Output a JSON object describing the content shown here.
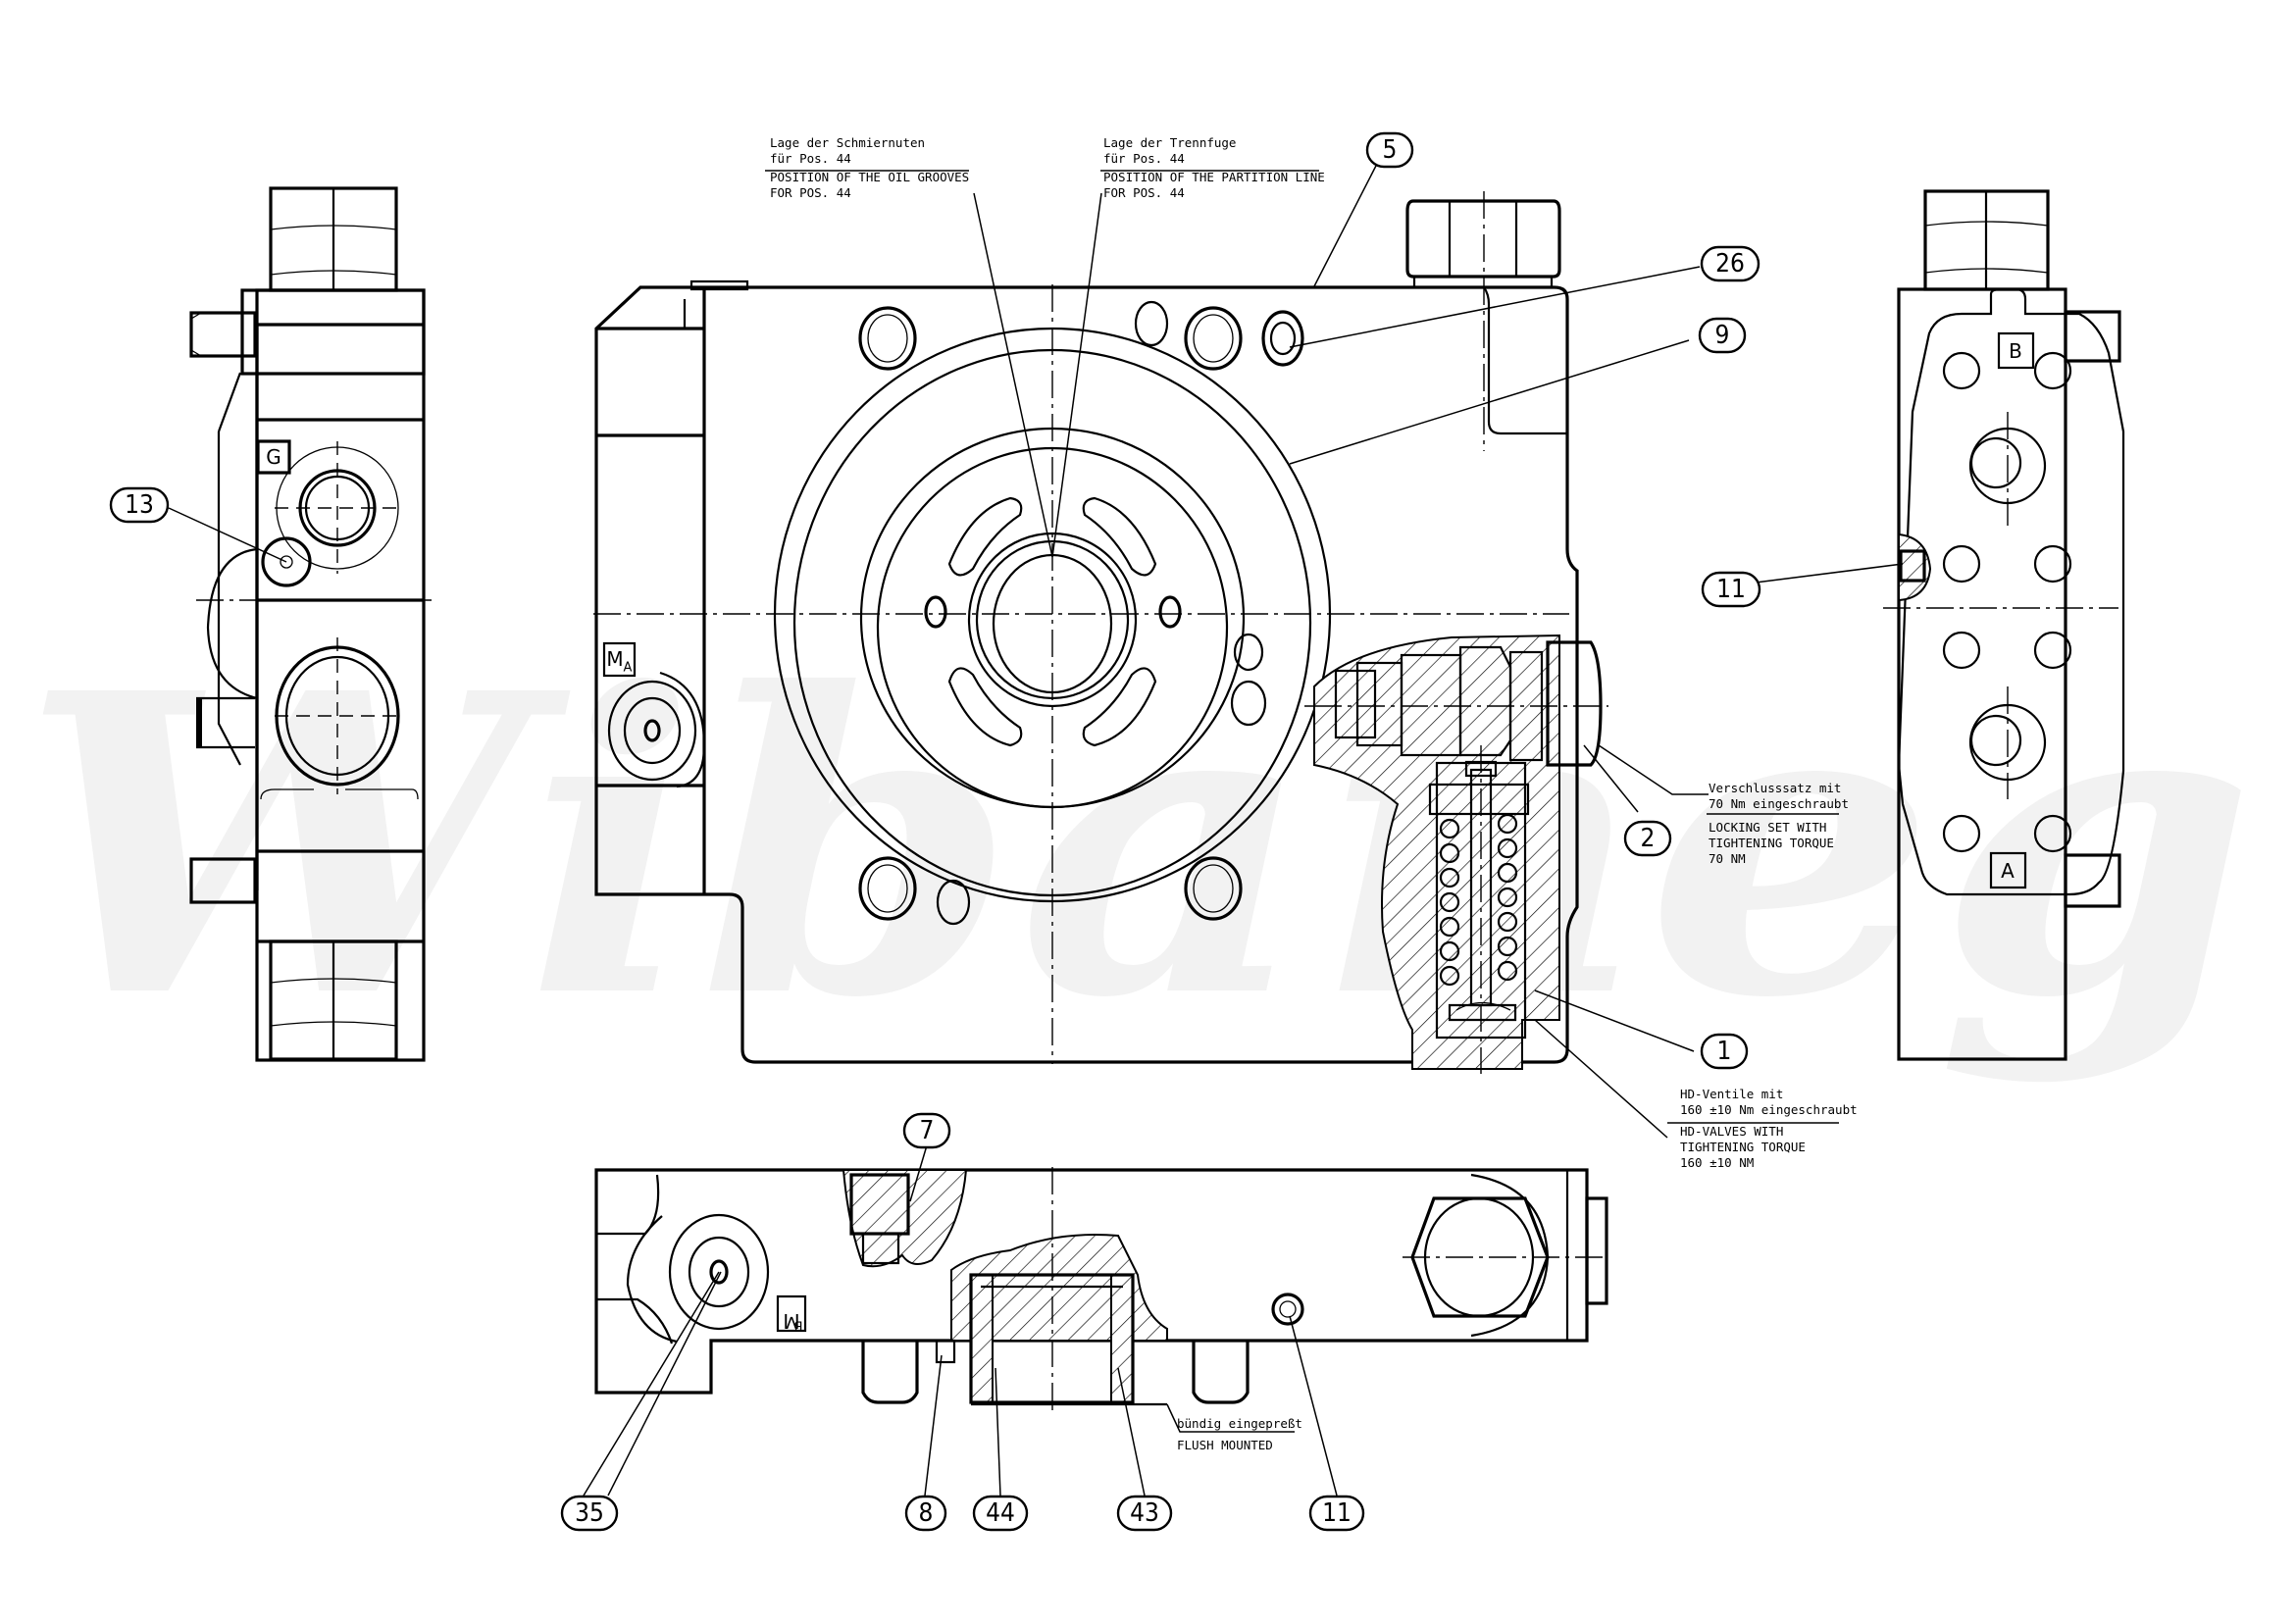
{
  "drawing": {
    "type": "technical-drawing",
    "subject": "hydraulic pump port plate / valve block assembly",
    "watermark": "Wibaneg",
    "colors": {
      "line": "#000000",
      "background": "#ffffff",
      "watermark": "#f2f2f2"
    }
  },
  "views": {
    "left_side": {
      "port_labels": [
        "G"
      ]
    },
    "front_main": {
      "port_labels": [
        "MA"
      ]
    },
    "bottom_section": {
      "port_labels": [
        "MB"
      ]
    },
    "right_side": {
      "port_labels": [
        "B",
        "A"
      ]
    }
  },
  "ports": {
    "G": "G",
    "MA_main": "M",
    "MA_sub": "A",
    "MB_main": "M",
    "MB_sub": "B",
    "A": "A",
    "B": "B"
  },
  "balloons": [
    {
      "id": "b5",
      "label": "5"
    },
    {
      "id": "b26",
      "label": "26"
    },
    {
      "id": "b9",
      "label": "9"
    },
    {
      "id": "b13",
      "label": "13"
    },
    {
      "id": "b11r",
      "label": "11"
    },
    {
      "id": "b2",
      "label": "2"
    },
    {
      "id": "b1",
      "label": "1"
    },
    {
      "id": "b7",
      "label": "7"
    },
    {
      "id": "b35",
      "label": "35"
    },
    {
      "id": "b8",
      "label": "8"
    },
    {
      "id": "b44",
      "label": "44"
    },
    {
      "id": "b43",
      "label": "43"
    },
    {
      "id": "b11b",
      "label": "11"
    }
  ],
  "notes": {
    "oil_grooves": {
      "de_line1": "Lage der Schmiernuten",
      "de_line2": "für Pos. 44",
      "en_line1": "POSITION OF THE OIL GROOVES",
      "en_line2": "FOR POS. 44"
    },
    "partition_line": {
      "de_line1": "Lage der Trennfuge",
      "de_line2": "für Pos. 44",
      "en_line1": "POSITION OF THE PARTITION LINE",
      "en_line2": "FOR POS. 44"
    },
    "locking_set": {
      "de_line1": "Verschlusssatz mit",
      "de_line2": "70 Nm eingeschraubt",
      "en_line1": "LOCKING SET WITH",
      "en_line2": "TIGHTENING TORQUE",
      "en_line3": "70 NM"
    },
    "hd_valves": {
      "de_line1": "HD-Ventile mit",
      "de_line2": "160 ±10 Nm eingeschraubt",
      "en_line1": "HD-VALVES WITH",
      "en_line2": "TIGHTENING TORQUE",
      "en_line3": "160 ±10 NM"
    },
    "flush": {
      "de_line1": "bündig eingepreßt",
      "en_line1": "FLUSH MOUNTED"
    }
  }
}
